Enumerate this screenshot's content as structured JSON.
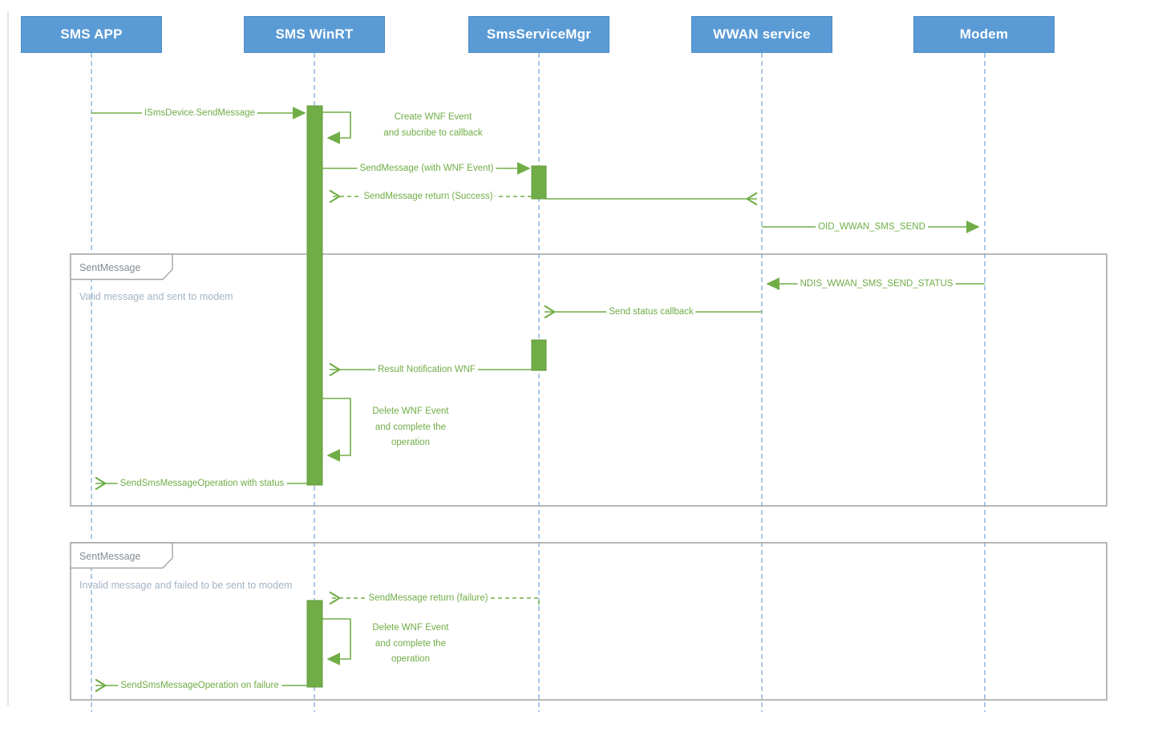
{
  "diagram": {
    "participants": [
      {
        "label": "SMS APP"
      },
      {
        "label": "SMS WinRT"
      },
      {
        "label": "SmsServiceMgr"
      },
      {
        "label": "WWAN service"
      },
      {
        "label": "Modem"
      }
    ],
    "frames": [
      {
        "label": "SentMessage",
        "condition": "Valid message and sent to modem"
      },
      {
        "label": "SentMessage",
        "condition": "Invalid message and failed to be sent to modem"
      }
    ],
    "messages": {
      "app_send": "ISmsDevice.SendMessage",
      "create_wnf": {
        "line1": "Create WNF Event",
        "line2": "and subcribe to callback"
      },
      "send_with_wnf": "SendMessage (with WNF Event)",
      "send_return_success": "SendMessage return (Success)",
      "oid_send": "OID_WWAN_SMS_SEND",
      "ndis_send_status": "NDIS_WWAN_SMS_SEND_STATUS",
      "send_status_callback": "Send status callback",
      "result_notification": "Result Notification WNF",
      "delete_wnf": {
        "line1": "Delete WNF Event",
        "line2": "and complete the",
        "line3": "operation"
      },
      "op_with_status": "SendSmsMessageOperation with status",
      "send_return_failure": "SendMessage return (failure)",
      "op_on_failure": "SendSmsMessageOperation on failure"
    },
    "colors": {
      "accent_green": "#70AD47",
      "header_blue": "#5B9BD5",
      "lifeline_blue": "#8FB8E0",
      "frame_gray": "#a6a6a6",
      "condition_gray_blue": "#a4b4c4"
    }
  }
}
